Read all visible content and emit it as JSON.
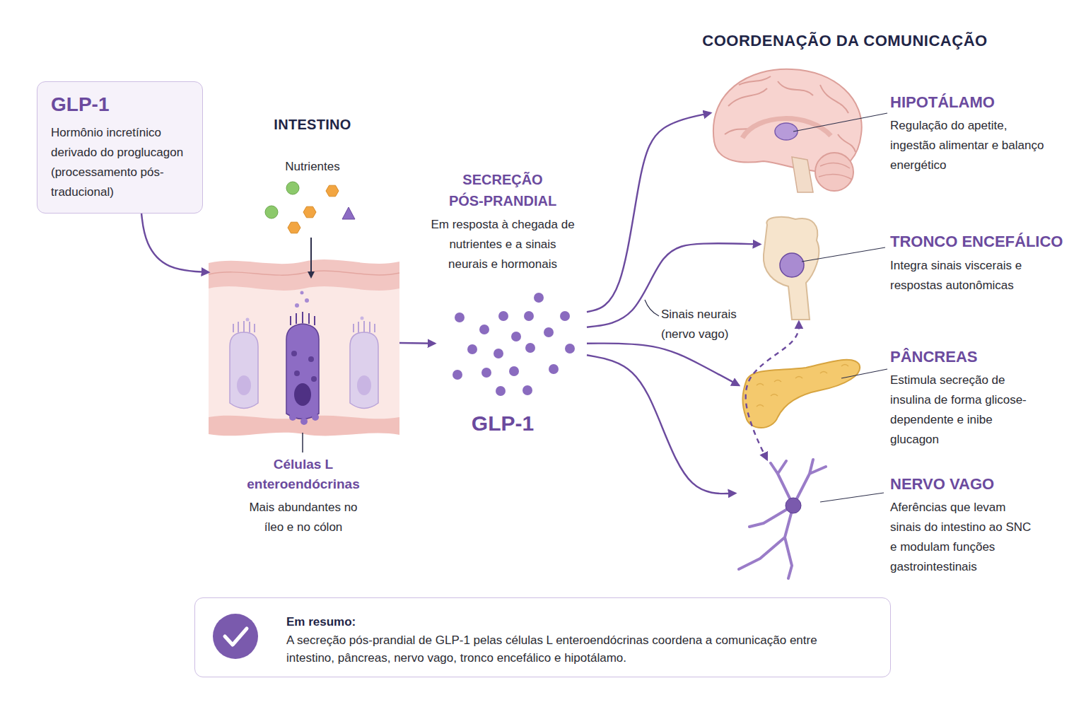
{
  "diagram": {
    "title": "COORDENAÇÃO DA COMUNICAÇÃO",
    "nodes": [
      {
        "text": [
          "GLP-1",
          "Hormônio incretínico derivado do proglucagon (processamento pós-traducional)"
        ]
      },
      {
        "text": [
          "INTESTINO",
          "Células L enteroendócrinas",
          "Mais abundantes no íleo e no cólon"
        ]
      },
      {
        "text": [
          "SECREÇÃO PÓS-PRANDIAL",
          "Em resposta à chegada de nutrientes e a sinais neurais e hormonais",
          "GLP-1"
        ]
      },
      {
        "text": [
          "HIPOTÁLAMO",
          "Regulação do apetite, ingestão alimentar e balanço energético"
        ]
      },
      {
        "text": [
          "TRONCO ENCEFÁLICO",
          "Integra sinais viscerais e respostas autonômicas"
        ]
      },
      {
        "text": [
          "PÂNCREAS",
          "Estimula secreção de insulina de forma glicose-dependente e inibe glucagon"
        ]
      },
      {
        "text": [
          "NERVO VAGO",
          "Aferências que levam sinais do intestino ao SNC e modulam funções gastrointestinais"
        ]
      },
      {
        "text": [
          "Em resumo:",
          "A secreção pós-prandial de GLP-1 pelas células L enteroendócrinas coordena a comunicação entre intestino, pâncreas, nervo vago, tronco encefálico e hipotálamo."
        ]
      }
    ],
    "edges": [
      {
        "from": 0,
        "to": 1,
        "arrow": "to"
      },
      {
        "from": 1,
        "to": 2,
        "arrow": "to"
      },
      {
        "from": 2,
        "to": 3,
        "arrow": "to"
      },
      {
        "from": 2,
        "to": 4,
        "label": "Sinais neurais (nervo vago)",
        "arrow": "to"
      },
      {
        "from": 2,
        "to": 5,
        "arrow": "to"
      },
      {
        "from": 2,
        "to": 6,
        "arrow": "to"
      },
      {
        "from": 6,
        "to": 4,
        "arrow": "both"
      }
    ],
    "labels": [
      "Nutrientes"
    ]
  }
}
